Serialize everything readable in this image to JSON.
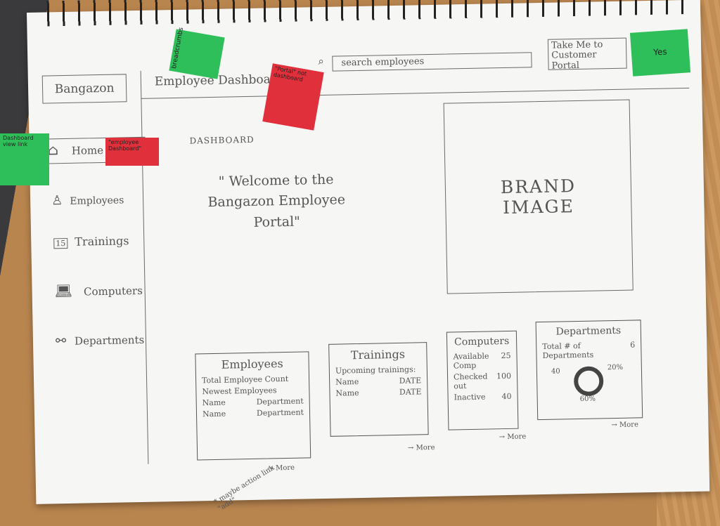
{
  "sticky_notes": {
    "top_green": "breadcrumbs",
    "top_red": "\"Portal\" not dashboard",
    "top_right_green": "Yes",
    "left_green": "Dashboard view link",
    "home_red": "\"employee Dashboard\""
  },
  "header": {
    "brand": "Bangazon",
    "title": "Employee Dashboard",
    "search_placeholder": "search employees",
    "portal_link": "Take Me to Customer Portal"
  },
  "sidebar": {
    "items": [
      {
        "label": "Home",
        "icon": "home-icon"
      },
      {
        "label": "Employees",
        "icon": "person-icon"
      },
      {
        "label": "Trainings",
        "icon": "calendar-icon"
      },
      {
        "label": "Computers",
        "icon": "laptop-icon"
      },
      {
        "label": "Departments",
        "icon": "network-icon"
      }
    ]
  },
  "main": {
    "section_label": "DASHBOARD",
    "welcome": "\" Welcome to the Bangazon Employee Portal\"",
    "brand_image": "BRAND IMAGE"
  },
  "cards": {
    "employees": {
      "title": "Employees",
      "line1": "Total Employee Count",
      "line2": "Newest Employees",
      "col1": "Name",
      "col2": "Department",
      "row1": "Name",
      "row1b": "Department",
      "more": "→ More"
    },
    "trainings": {
      "title": "Trainings",
      "sub": "Upcoming trainings:",
      "rows": [
        {
          "a": "Name",
          "b": "DATE"
        },
        {
          "a": "Name",
          "b": "DATE"
        }
      ],
      "more": "→ More"
    },
    "computers": {
      "title": "Computers",
      "rows": [
        {
          "a": "Available Comp",
          "b": "25"
        },
        {
          "a": "Checked out",
          "b": "100"
        },
        {
          "a": "Inactive",
          "b": "40"
        }
      ],
      "more": "→ More"
    },
    "departments": {
      "title": "Departments",
      "total_label": "Total # of Departments",
      "total_value": "6",
      "pct_left": "40",
      "pct_right": "20%",
      "pct_bottom": "60%",
      "more": "→ More"
    }
  },
  "footnote": "* maybe action link \"add\""
}
